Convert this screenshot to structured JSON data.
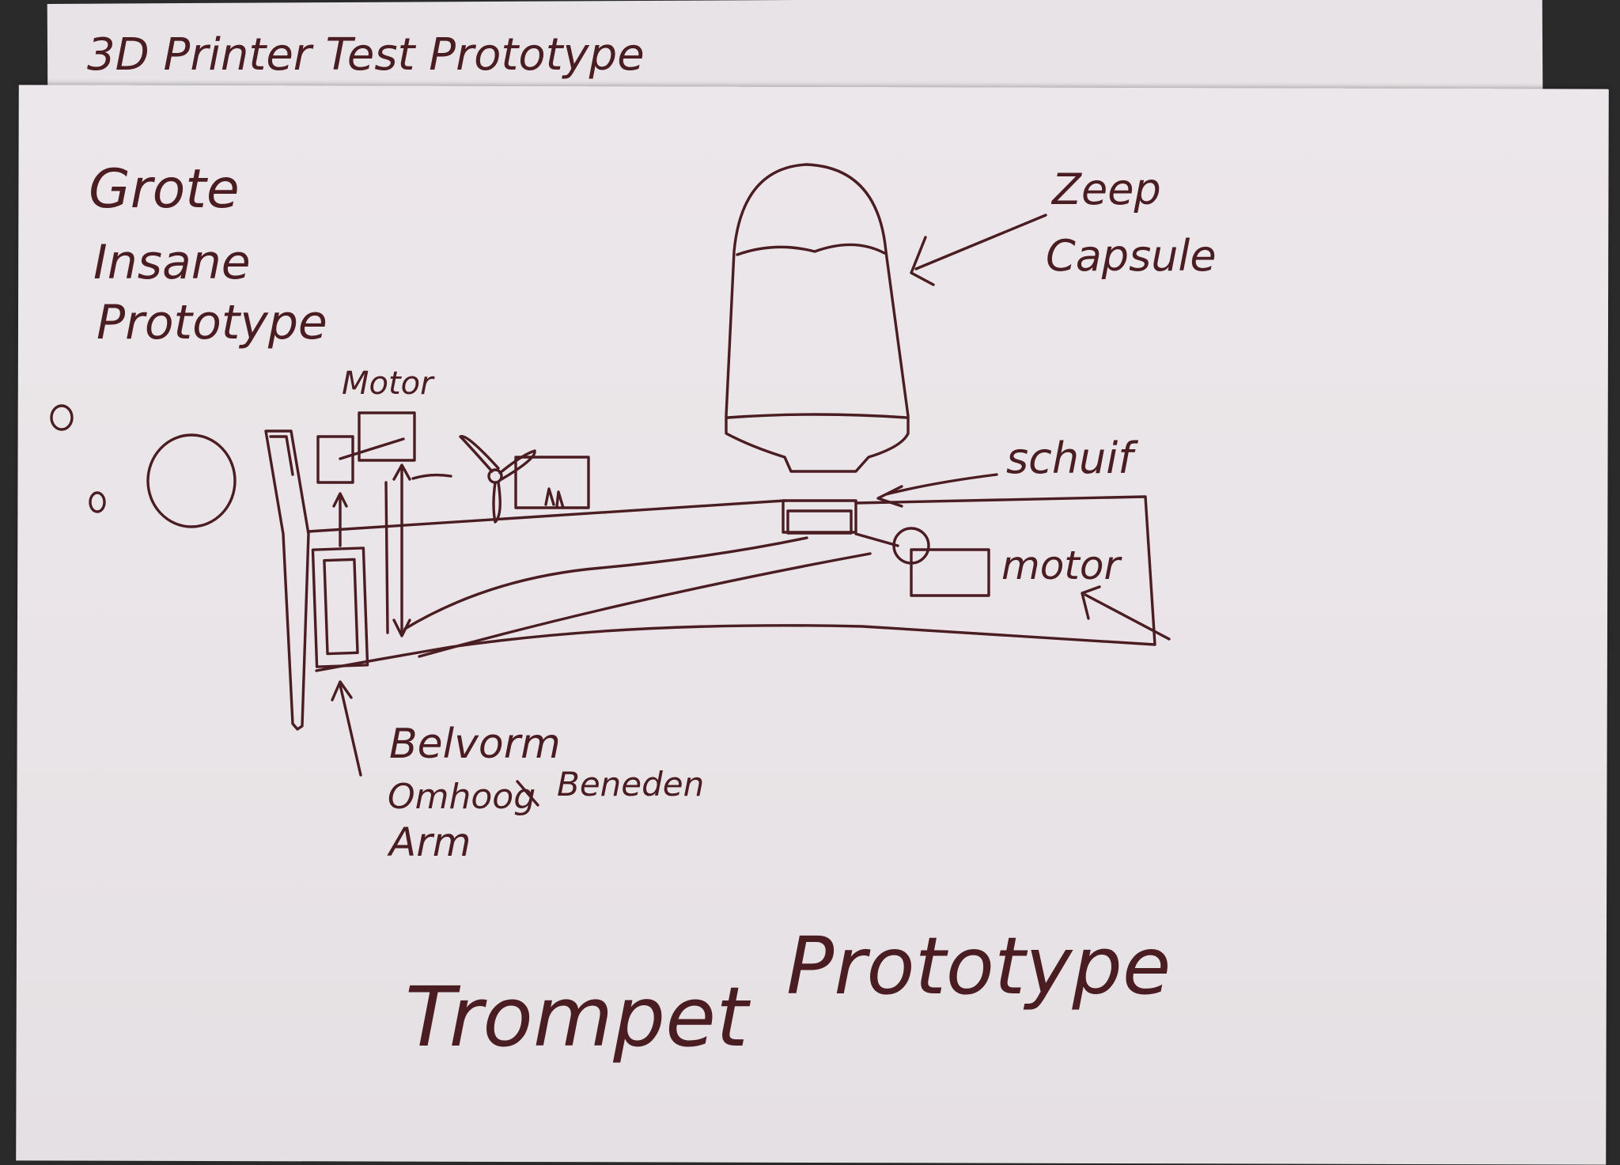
{
  "top_sheet_heading": "3D Printer Test Prototype",
  "labels": {
    "grote": "Grote",
    "insane": "Insane",
    "prototype_note": "Prototype",
    "motor_top": "Motor",
    "zeep": "Zeep",
    "capsule": "Capsule",
    "schuif": "schuif",
    "motor_right": "motor",
    "belvorm": "Belvorm",
    "omhoog": "Omhoog",
    "beneden": "Beneden",
    "arm": "Arm",
    "trompet": "Trompet",
    "prototype_title": "Prototype"
  },
  "colors": {
    "ink": "#4a1d22",
    "paper": "#ebe6e9",
    "background": "#2a2a2a"
  }
}
